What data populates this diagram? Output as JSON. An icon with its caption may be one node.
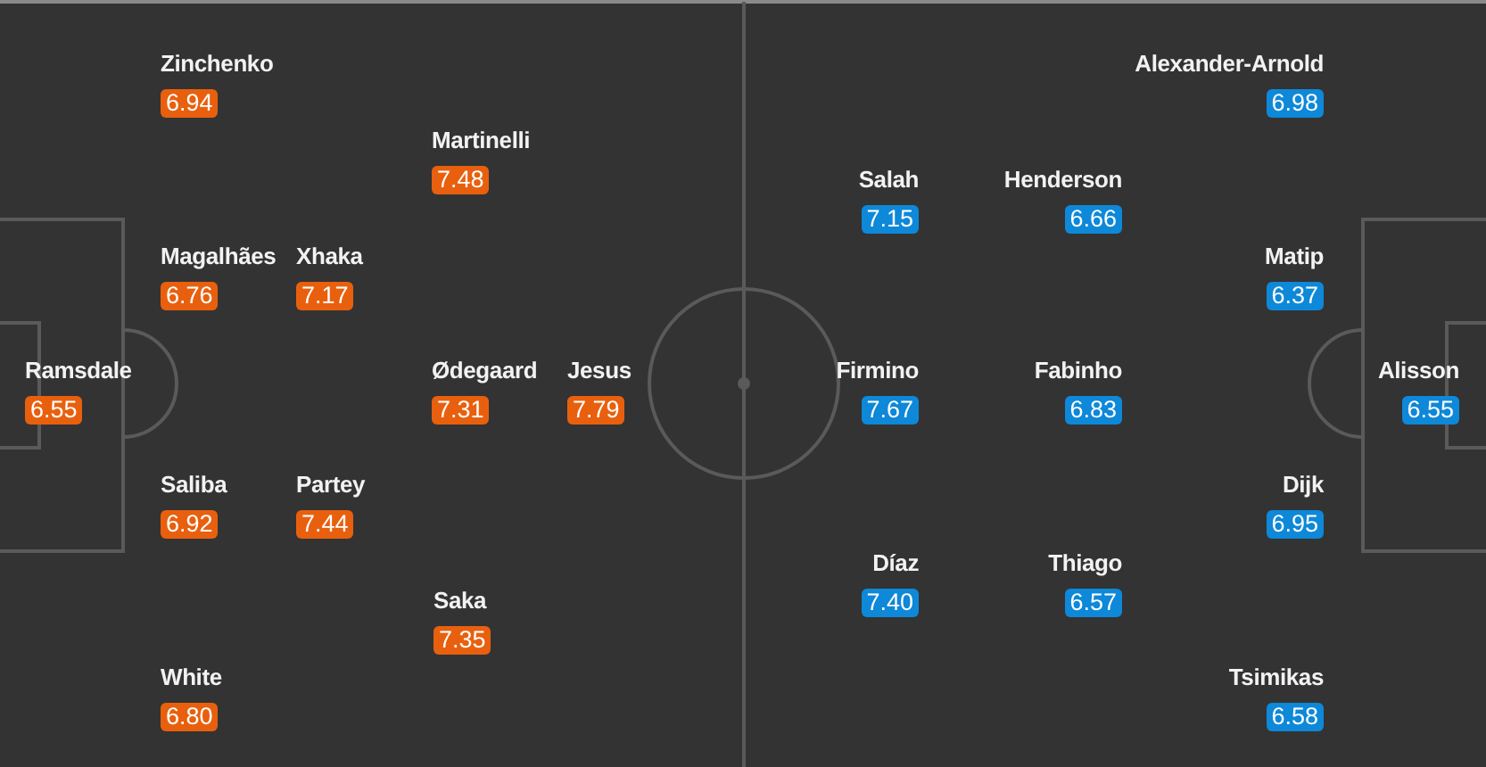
{
  "diagram": {
    "nodes": [
      {
        "text": [
          "Zinchenko",
          "6.94"
        ]
      },
      {
        "text": [
          "Martinelli",
          "7.48"
        ]
      },
      {
        "text": [
          "Magalhães",
          "6.76"
        ]
      },
      {
        "text": [
          "Xhaka",
          "7.17"
        ]
      },
      {
        "text": [
          "Ramsdale",
          "6.55"
        ]
      },
      {
        "text": [
          "Ødegaard",
          "7.31"
        ]
      },
      {
        "text": [
          "Jesus",
          "7.79"
        ]
      },
      {
        "text": [
          "Saliba",
          "6.92"
        ]
      },
      {
        "text": [
          "Partey",
          "7.44"
        ]
      },
      {
        "text": [
          "Saka",
          "7.35"
        ]
      },
      {
        "text": [
          "White",
          "6.80"
        ]
      },
      {
        "text": [
          "Alexander-Arnold",
          "6.98"
        ]
      },
      {
        "text": [
          "Salah",
          "7.15"
        ]
      },
      {
        "text": [
          "Henderson",
          "6.66"
        ]
      },
      {
        "text": [
          "Matip",
          "6.37"
        ]
      },
      {
        "text": [
          "Firmino",
          "7.67"
        ]
      },
      {
        "text": [
          "Fabinho",
          "6.83"
        ]
      },
      {
        "text": [
          "Alisson",
          "6.55"
        ]
      },
      {
        "text": [
          "Dijk",
          "6.95"
        ]
      },
      {
        "text": [
          "Díaz",
          "7.40"
        ]
      },
      {
        "text": [
          "Thiago",
          "6.57"
        ]
      },
      {
        "text": [
          "Tsimikas",
          "6.58"
        ]
      }
    ]
  }
}
